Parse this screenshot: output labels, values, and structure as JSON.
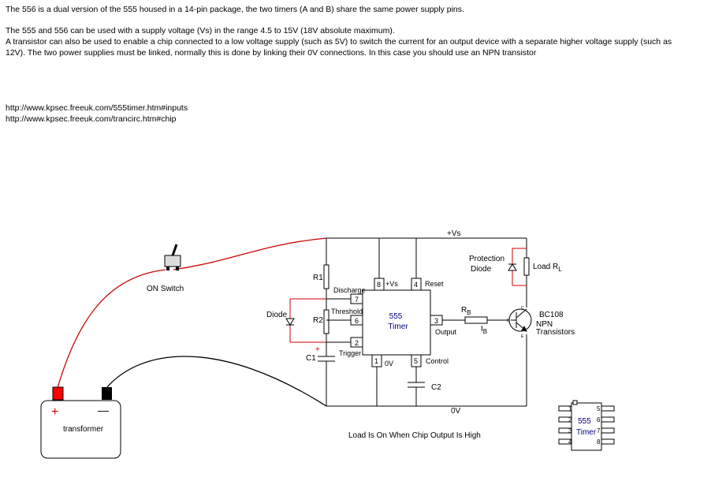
{
  "intro": {
    "line1": "The 556 is a dual version of the 555 housed in a 14-pin package, the two timers (A and B) share the same power supply pins.",
    "line2": "The 555 and 556 can be used with a supply voltage (Vs) in the range 4.5 to 15V (18V absolute maximum).",
    "line3": "A transistor can also be used to enable a chip connected to a low voltage supply (such as 5V) to switch the current for an output device with a separate higher voltage supply (such as",
    "line4": "12V). The two power supplies must be linked, normally this is done by linking their 0V connections. In this case you should use an NPN transistor"
  },
  "links": {
    "link1": "http://www.kpsec.freeuk.com/555timer.htm#inputs",
    "link2": "http://www.kpsec.freeuk.com/trancirc.htm#chip"
  },
  "circuit": {
    "vs_label": "+Vs",
    "zero_v_label": "0V",
    "switch_label": "ON Switch",
    "r1": "R1",
    "r2": "R2",
    "c1": "C1",
    "c2": "C2",
    "diode": "Diode",
    "protection_diode_line1": "Protection",
    "protection_diode_line2": "Diode",
    "load": "Load R",
    "load_sub": "L",
    "rb": "R",
    "rb_sub": "B",
    "ib": "I",
    "ib_sub": "B",
    "transistor_name": "BC108",
    "transistor_type": "NPN",
    "transistor_plural": "Transistors",
    "timer_line1": "555",
    "timer_line2": "Timer",
    "pin_discharge": "Discharge",
    "pin_threshold": "Threshold",
    "pin_trigger": "Trigger",
    "pin_vs": "+Vs",
    "pin_reset": "Reset",
    "pin_output": "Output",
    "pin_0v": "0V",
    "pin_control": "Control",
    "pin8": "8",
    "pin4": "4",
    "pin7": "7",
    "pin6": "6",
    "pin2": "2",
    "pin3": "3",
    "pin1": "1",
    "pin5": "5",
    "plus_sign": "+",
    "transformer": "transformer",
    "battery_plus": "+",
    "battery_minus": "—",
    "caption": "Load Is On When Chip Output Is High",
    "transistor_b": "B",
    "transistor_c": "C",
    "transistor_e": "E"
  },
  "chip_icon": {
    "label1": "555",
    "label2": "Timer",
    "left_pins": [
      "1",
      "2",
      "3",
      "4"
    ],
    "right_pins": [
      "5",
      "6",
      "7",
      "8"
    ]
  },
  "colors": {
    "wire_black": "#000000",
    "wire_red": "#cc0000",
    "terminal_red": "#ff0000",
    "timer_text": "#000080"
  }
}
